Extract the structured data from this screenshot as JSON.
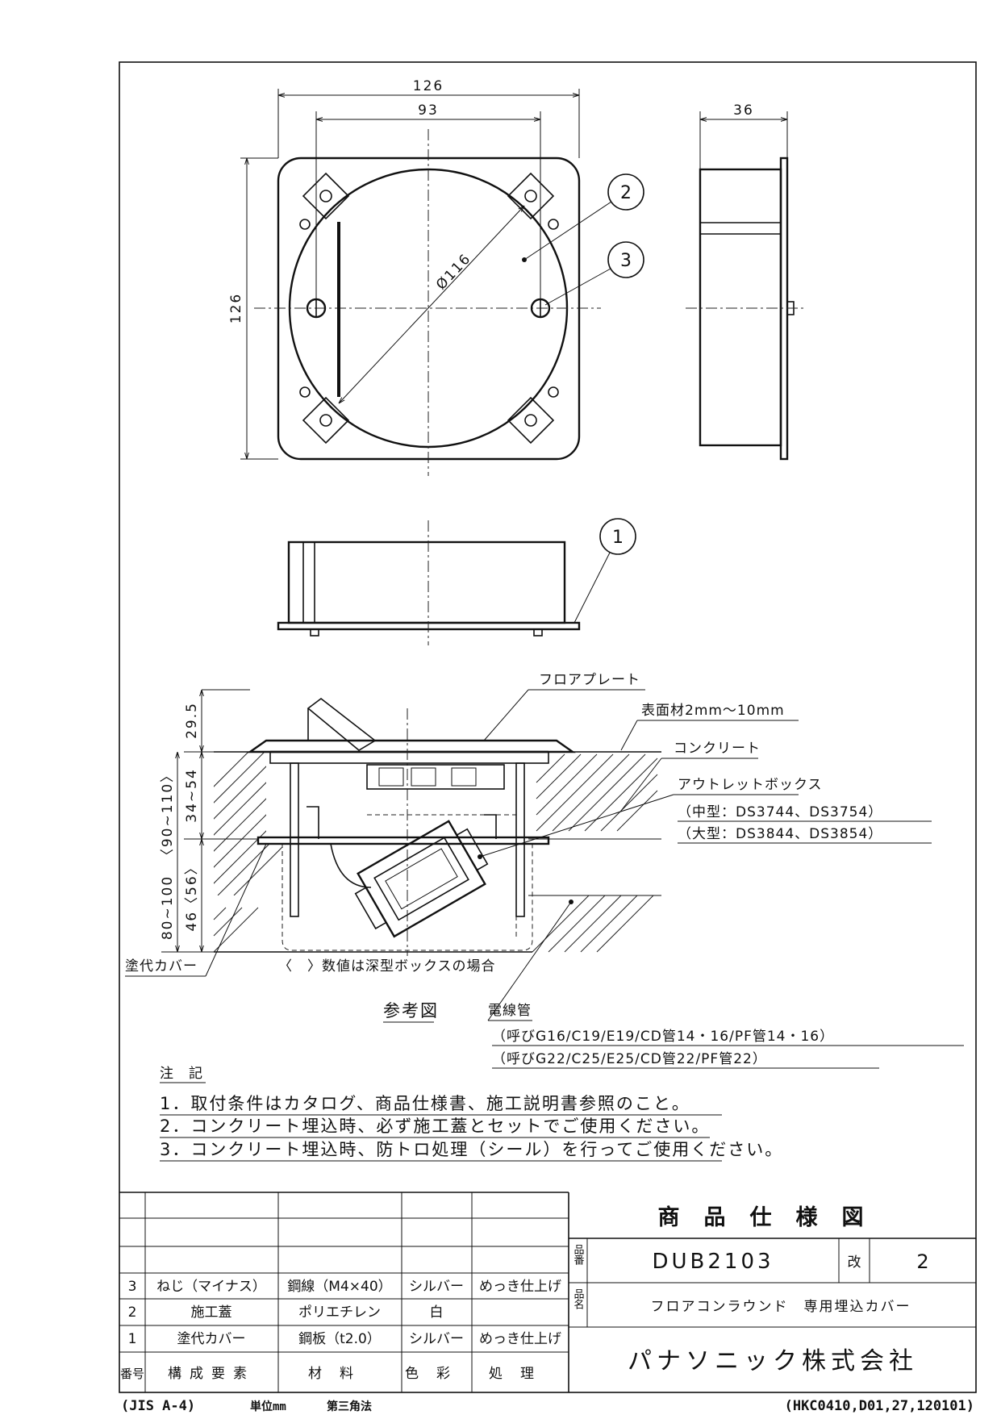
{
  "colors": {
    "ink": "#111111",
    "paper": "#ffffff"
  },
  "drawing": {
    "top_view": {
      "width_dim": "126",
      "hole_pitch_dim": "93",
      "height_dim": "126",
      "diameter_dim": "Ø116"
    },
    "side_view": {
      "depth_dim": "36"
    },
    "balloons": [
      "1",
      "2",
      "3"
    ],
    "section": {
      "floor_plate": "フロアプレート",
      "finish": "表面材2mm～10mm",
      "concrete": "コンクリート",
      "outlet_box": "アウトレットボックス",
      "mid_type": "（中型：DS3744、DS3754）",
      "large_type": "（大型：DS3844、DS3854）",
      "dim_plate": "29.5",
      "dim_upper": "34~54",
      "dim_lower": "46〈56〉",
      "dim_total_a": "80~100",
      "dim_total_b": "〈90~110〉",
      "cover_label": "塗代カバー",
      "deep_note": "〈　〉数値は深型ボックスの場合",
      "reference": "参考図",
      "conduit": "電線管",
      "conduit_line1": "（呼びG16/C19/E19/CD管14・16/PF管14・16）",
      "conduit_line2": "（呼びG22/C25/E25/CD管22/PF管22）"
    }
  },
  "notes": {
    "heading": "注　記",
    "items": [
      "1．取付条件はカタログ、商品仕様書、施工説明書参照のこと。",
      "2．コンクリート埋込時、必ず施工蓋とセットでご使用ください。",
      "3．コンクリート埋込時、防トロ処理（シール）を行ってご使用ください。"
    ]
  },
  "parts_table": {
    "header": {
      "no": "番号",
      "element": "構成要素",
      "material": "材料",
      "color": "色彩",
      "finish": "処理"
    },
    "rows": [
      {
        "no": "3",
        "element": "ねじ（マイナス）",
        "material": "鋼線（M4×40）",
        "color": "シルバー",
        "finish": "めっき仕上げ"
      },
      {
        "no": "2",
        "element": "施工蓋",
        "material": "ポリエチレン",
        "color": "白",
        "finish": ""
      },
      {
        "no": "1",
        "element": "塗代カバー",
        "material": "鋼板（t2.0）",
        "color": "シルバー",
        "finish": "めっき仕上げ"
      }
    ]
  },
  "title_block": {
    "title": "商品仕様図",
    "part_no_label": "品番",
    "part_no": "DUB2103",
    "rev_label": "改",
    "rev": "2",
    "name_label": "品名",
    "name": "フロアコンラウンド　専用埋込カバー",
    "company": "パナソニック株式会社"
  },
  "footer": {
    "paper_size": "(JIS A-4)",
    "unit": "単位mm",
    "projection": "第三角法",
    "doc_code": "(HKC0410,D01,27,120101)"
  }
}
